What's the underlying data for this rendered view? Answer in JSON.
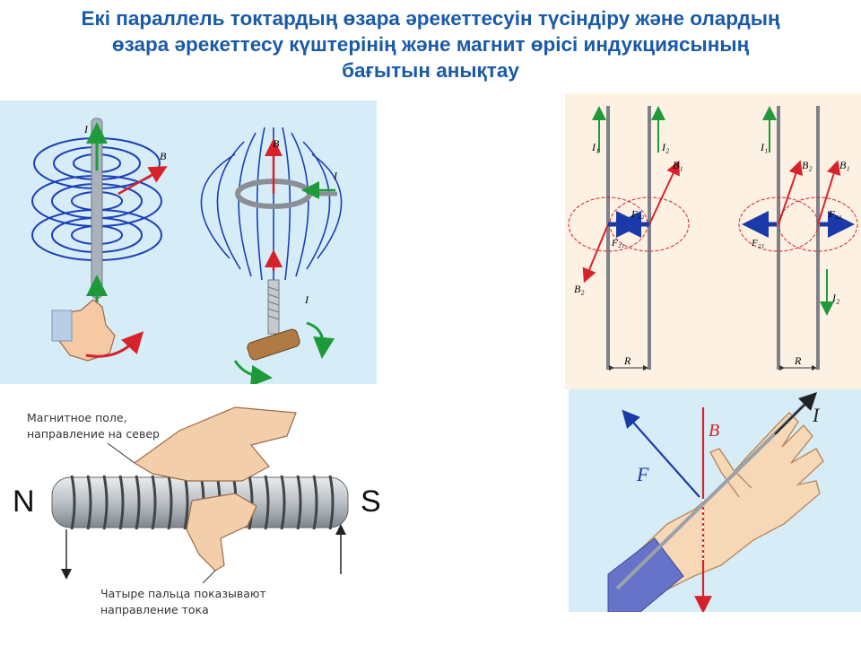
{
  "title": {
    "line1": "Екі параллель токтардың өзара әрекеттесуін түсіндіру және олардың",
    "line2": "өзара әрекеттесу күштерінің және магнит өрісі индукциясының",
    "line3": "бағытын анықтау"
  },
  "fields_panel": {
    "wire_current": "I",
    "wire_field": "B",
    "loop_field": "B",
    "loop_current": "I",
    "screw_current": "I"
  },
  "parallel_panel": {
    "left": {
      "i1": "I₁",
      "i2": "I₂",
      "b_right": "B₁",
      "b_left": "B₂",
      "f12": "F₁₂",
      "f21": "F₂₁",
      "r": "R"
    },
    "right": {
      "i1": "I₁",
      "i2": "I₂",
      "b2": "B₂",
      "b1": "B₁",
      "f12": "F₁₂",
      "f21": "F₂₁",
      "r": "R"
    }
  },
  "hand_panel": {
    "b": "B",
    "f": "F",
    "i": "I"
  },
  "solenoid_panel": {
    "caption_top_1": "Магнитное поле,",
    "caption_top_2": "направление на север",
    "caption_bottom_1": "Чатыре пальца показывают",
    "caption_bottom_2": "направление тока",
    "north": "N",
    "south": "S"
  },
  "colors": {
    "title": "#1a5aa8",
    "field_lines": "#1c3fb8",
    "field_arrow": "#d8222a",
    "current_arrow": "#1f9a3a",
    "force_arrow": "#1a3aa8"
  }
}
